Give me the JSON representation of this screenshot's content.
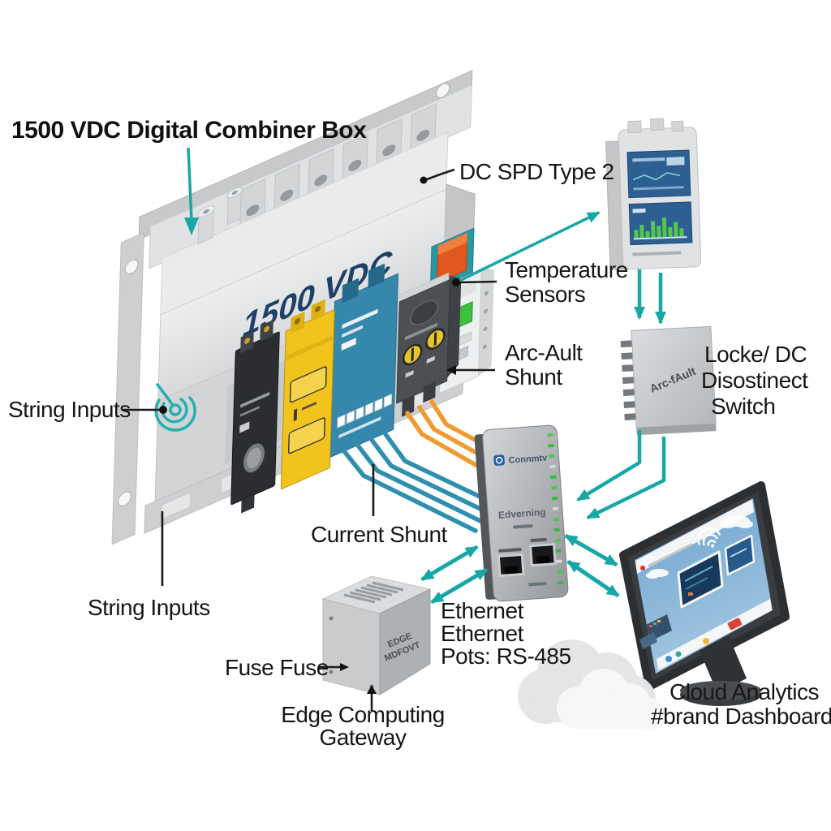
{
  "title": "1500 VDC Digital Combiner Box",
  "colors": {
    "accent_teal": "#18a7a7",
    "wire_orange": "#f09b30",
    "wire_blue": "#2e8fae",
    "vdc_text": "#1e4066"
  },
  "combiner_box": {
    "face_label": "1500 VDC"
  },
  "labels": {
    "dc_spd": "DC SPD Type 2",
    "temperature": [
      "Temperature",
      "Sensors"
    ],
    "arc_fault_shunt": [
      "Arc-Ault",
      "Shunt"
    ],
    "disconnect": [
      "Locke/ DC",
      "Disostinect",
      "Switch"
    ],
    "string_inputs_left": "String Inputs",
    "string_inputs_bottom": "String Inputs",
    "current_shunt": "Current Shunt",
    "fuse": "Fuse Fuse",
    "comms": [
      "Ethernet",
      "Ethernet",
      "Pots: RS-485"
    ],
    "edge_gateway": [
      "Edge Computing",
      "Gateway"
    ],
    "cloud": [
      "Cloud Analytics",
      "#brand Dashboard"
    ]
  },
  "devices": {
    "disconnect_marking": "Arc-fAult",
    "gateway_brand": "Connmtv",
    "gateway_model": "Edverning",
    "edge_marking": [
      "EDGE",
      "MDFOVT"
    ]
  }
}
